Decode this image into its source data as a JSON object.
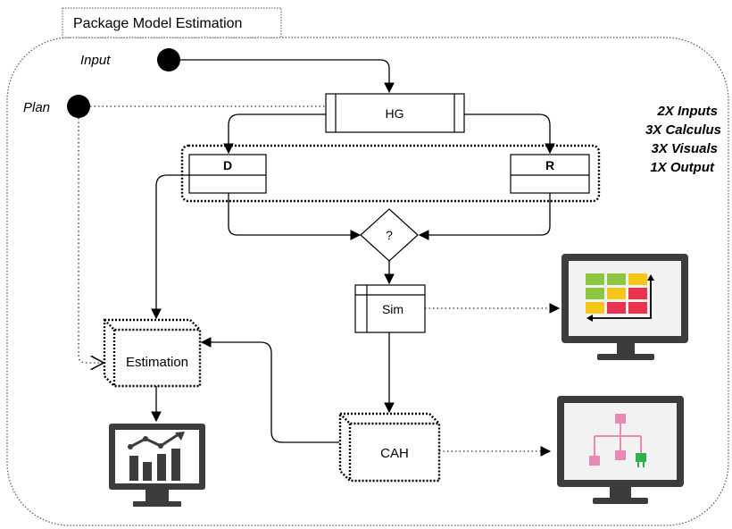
{
  "title": "Package Model Estimation",
  "inputs": {
    "input_label": "Input",
    "plan_label": "Plan"
  },
  "nodes": {
    "hg": "HG",
    "d": "D",
    "r": "R",
    "decision": "?",
    "sim": "Sim",
    "estimation": "Estimation",
    "cah": "CAH"
  },
  "summary": [
    "2X Inputs",
    "3X Calculus",
    "3X Visuals",
    "1X Output"
  ],
  "colors": {
    "grid_green": "#8dc63f",
    "grid_yellow": "#f5c518",
    "grid_red": "#e8344e",
    "tree_pink": "#e98ab5",
    "tree_green": "#2db34a",
    "monitor_frame": "#3c3c3c",
    "screen_bg": "#f2f2f2"
  },
  "icons": {
    "monitor_chart": "bar-chart-monitor-icon",
    "monitor_grid": "risk-matrix-monitor-icon",
    "monitor_tree": "hierarchy-monitor-icon"
  }
}
